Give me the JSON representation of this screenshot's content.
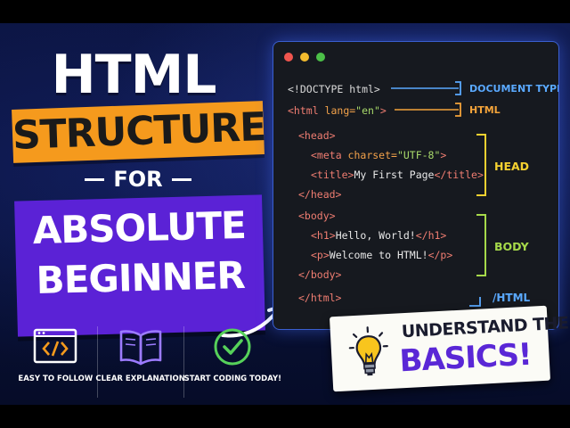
{
  "headline": {
    "line1": "HTML",
    "line2": "STRUCTURE",
    "connector": "FOR",
    "line3": "ABSOLUTE",
    "line4": "BEGINNER"
  },
  "code": {
    "lines": [
      {
        "text": "<!DOCTYPE html>"
      },
      {
        "tag_open": "<html ",
        "attr": "lang=",
        "str": "\"en\"",
        "tag_close": ">"
      },
      {
        "tag": "<head>"
      },
      {
        "tag_open": "<meta ",
        "attr": "charset=",
        "str": "\"UTF-8\"",
        "tag_close": ">"
      },
      {
        "tag_open": "<title>",
        "text": "My First Page",
        "tag_close": "</title>"
      },
      {
        "tag": "</head>"
      },
      {
        "tag": "<body>"
      },
      {
        "tag_open": "<h1>",
        "text": "Hello, World!",
        "tag_close": "</h1>"
      },
      {
        "tag_open": "<p>",
        "text": "Welcome to HTML!",
        "tag_close": "</p>"
      },
      {
        "tag": "</body>"
      },
      {
        "tag": "</html>"
      }
    ]
  },
  "callouts": {
    "doctype": "DOCUMENT TYPE",
    "html": "HTML",
    "head": "HEAD",
    "body": "BODY",
    "end_html": "/HTML"
  },
  "features": [
    {
      "label": "EASY TO FOLLOW",
      "icon": "code-window-icon"
    },
    {
      "label": "CLEAR EXPLANATION",
      "icon": "open-book-icon"
    },
    {
      "label": "START CODING TODAY!",
      "icon": "checkmark-circle-icon"
    }
  ],
  "badge": {
    "line1": "UNDERSTAND THE",
    "line2": "BASICS!",
    "icon": "lightbulb-icon"
  },
  "colors": {
    "orange": "#f59a1d",
    "purple": "#5b22d6",
    "blue_label": "#5aa9ff",
    "orange_label": "#f3a33a",
    "yellow_label": "#f5d130",
    "green_label": "#a6d94a"
  }
}
